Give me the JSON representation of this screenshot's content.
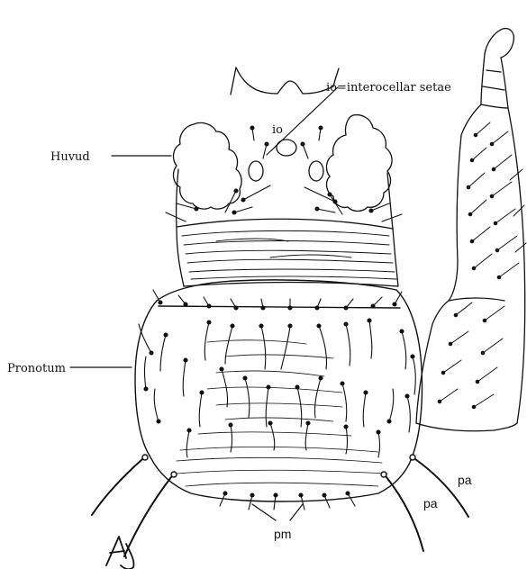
{
  "labels": {
    "head": "Huvud",
    "pronotum": "Pronotum",
    "io_legend": "io=interocellar setae",
    "io": "io",
    "pa_left": "pa",
    "pa_right": "pa",
    "pm": "pm",
    "signature": "AJ"
  },
  "colors": {
    "ink": "#111111",
    "background": "#ffffff"
  }
}
